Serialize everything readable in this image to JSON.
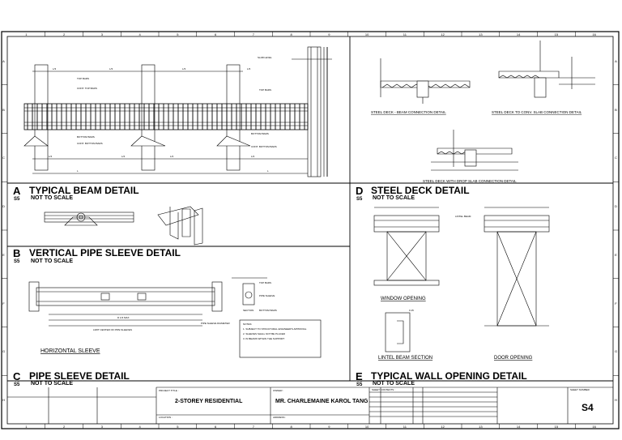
{
  "sheet": {
    "number": "S4",
    "project_label": "PROJECT TITLE :",
    "project_title": "2-STOREY RESIDENTIAL",
    "owner_label": "OWNER :",
    "owner_name": "MR. CHARLEMAINE KAROL TANG",
    "sheet_contents_label": "SHEET CONTENTS :",
    "sheet_number_label": "SHEET NUMBER",
    "location_label": "LOCATION :",
    "address_label": "ADDRESS :",
    "north_mark": "▽"
  },
  "grid": {
    "columns": [
      "1",
      "2",
      "3",
      "4",
      "5",
      "6",
      "7",
      "8",
      "9",
      "10",
      "11",
      "12",
      "13",
      "14",
      "15",
      "16"
    ],
    "rows": [
      "A",
      "B",
      "C",
      "D",
      "E",
      "F",
      "G",
      "H"
    ]
  },
  "sections": {
    "A": {
      "letter": "A",
      "title": "TYPICAL BEAM DETAIL",
      "scale": "NOT TO SCALE",
      "sheet": "S5"
    },
    "B": {
      "letter": "B",
      "title": "VERTICAL PIPE SLEEVE DETAIL",
      "scale": "NOT TO SCALE",
      "sheet": "S5"
    },
    "C": {
      "letter": "C",
      "title": "PIPE SLEEVE DETAIL",
      "scale": "NOT TO SCALE",
      "sheet": "S5"
    },
    "D": {
      "letter": "D",
      "title": "STEEL DECK DETAIL",
      "scale": "NOT TO SCALE",
      "sheet": "S5"
    },
    "E": {
      "letter": "E",
      "title": "TYPICAL WALL OPENING DETAIL",
      "scale": "NOT TO SCALE",
      "sheet": "S5"
    }
  },
  "captions": {
    "deck_beam": "STEEL DECK - BEAM CONNECTION DETAIL",
    "deck_slab": "STEEL DECK TO CONV. SLAB CONNECTION DETAIL",
    "deck_drop": "STEEL DECK WITH DROP SLAB CONNECTION DETAIL",
    "window_opening": "WINDOW OPENING",
    "lintel_section": "LINTEL BEAM SECTION",
    "door_opening": "DOOR OPENING",
    "horizontal_sleeve": "HORIZONTAL SLEEVE"
  },
  "beam_labels": {
    "top_bars": "TOP BARS",
    "cont_top_bars": "CONT. TOP BARS",
    "bottom_bars": "BOTTOM BARS",
    "cont_bottom_bars": "CONT. BOTTOM BARS",
    "slab_level": "SLAB LEVEL",
    "l3": "L/3",
    "l4": "L/4",
    "l": "L"
  },
  "sleeve_labels": {
    "d_max": "D 1/3 MAX",
    "l4": "L/4",
    "sleeve_spacing": "LIMIT CENTER OF PIPE SLEEVES",
    "top_bars": "TOP BARS",
    "pipe_sleeve": "PIPE SLEEVE",
    "section": "SECTION",
    "bottom_bars": "BOTTOM BARS",
    "notes_title": "NOTES:",
    "note1": "1. SUBJECT TO STRUCTURAL ENGINEER'S APPROVAL",
    "note2": "2. SLEEVES SHALL NOT BE PLACED",
    "note3": "3. IN BEAMS WITHIN THE SUPPORT",
    "d_label": "PIPE SLEEVE DIAMETER"
  },
  "opening_labels": {
    "lintel_beam": "LINTEL BEAM",
    "dims": "0.15"
  },
  "title_rows": [
    "A",
    "B",
    "C",
    "D",
    "E",
    "F"
  ]
}
